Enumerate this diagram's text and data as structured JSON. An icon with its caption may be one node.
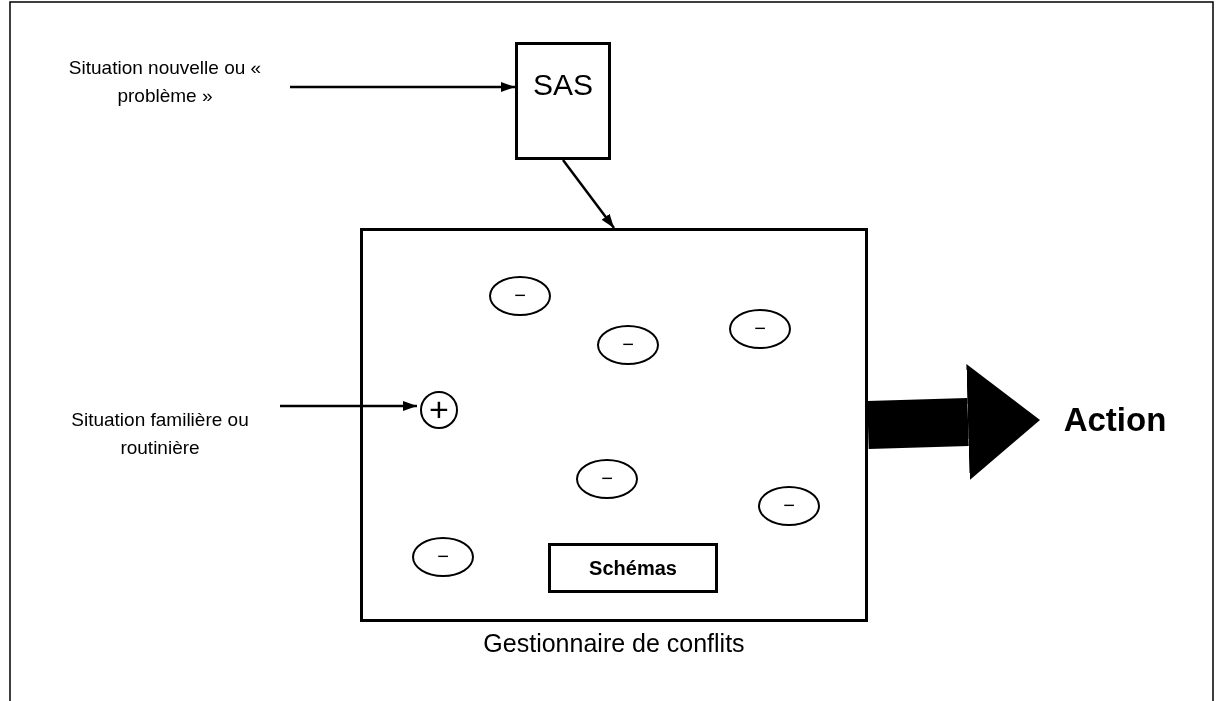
{
  "diagram": {
    "nodes": [
      {
        "text": [
          "Situation nouvelle ou « problème »"
        ]
      },
      {
        "text": [
          "SAS"
        ]
      },
      {
        "text": [
          "Situation familière ou routinière"
        ]
      },
      {
        "text": [
          "Gestionnaire de conflits"
        ]
      },
      {
        "text": [
          "−"
        ],
        "in": 3
      },
      {
        "text": [
          "−"
        ],
        "in": 3
      },
      {
        "text": [
          "−"
        ],
        "in": 3
      },
      {
        "text": [
          "+"
        ],
        "in": 3
      },
      {
        "text": [
          "−"
        ],
        "in": 3
      },
      {
        "text": [
          "−"
        ],
        "in": 3
      },
      {
        "text": [
          "−"
        ],
        "in": 3
      },
      {
        "text": [
          "Schémas"
        ],
        "in": 3
      },
      {
        "text": [
          "Action"
        ]
      }
    ],
    "edges": [
      {
        "from": 0,
        "to": 1,
        "arrow": "to"
      },
      {
        "from": 1,
        "to": 3,
        "arrow": "to"
      },
      {
        "from": 2,
        "to": 7,
        "arrow": "to"
      },
      {
        "from": 3,
        "to": 12,
        "arrow": "to",
        "style": "thick"
      }
    ]
  }
}
